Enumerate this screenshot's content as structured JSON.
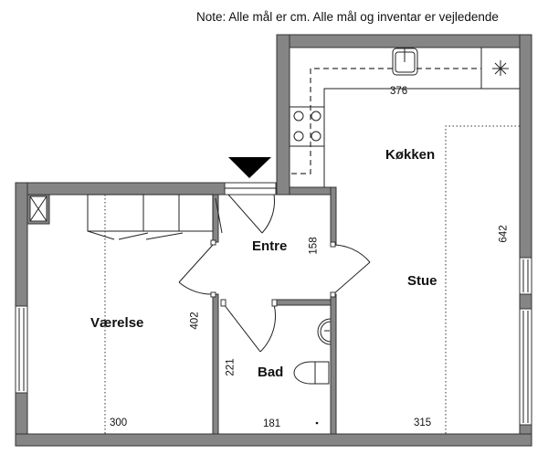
{
  "note": "Note: Alle mål er cm. Alle mål og inventar er vejledende",
  "rooms": {
    "kitchen": "Køkken",
    "living": "Stue",
    "entry": "Entre",
    "bedroom": "Værelse",
    "bath": "Bad"
  },
  "dimensions": {
    "kitchen_width": "376",
    "living_depth": "642",
    "entry_depth": "158",
    "bedroom_depth": "402",
    "bath_depth": "221",
    "bedroom_width": "300",
    "bath_width": "181",
    "living_width": "315"
  },
  "colors": {
    "wall": "#858585",
    "line": "#222222"
  }
}
